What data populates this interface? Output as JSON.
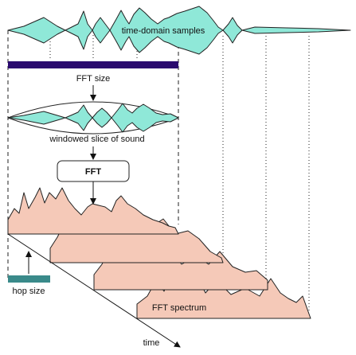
{
  "labels": {
    "samples": "time-domain samples",
    "fft_size": "FFT size",
    "windowed": "windowed slice of sound",
    "fft": "FFT",
    "hop_size": "hop size",
    "spectrum": "FFT spectrum",
    "time": "time"
  },
  "colors": {
    "waveform_fill": "#8fe8d8",
    "spectrum_fill": "#f5c9b8",
    "fft_size_bar": "#2a0a6e",
    "hop_bar": "#3a8a8a",
    "stroke": "#222222"
  }
}
